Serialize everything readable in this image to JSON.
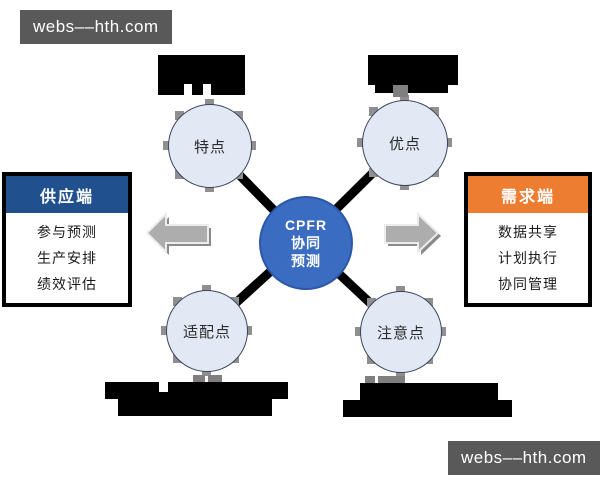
{
  "watermark": {
    "text": "webs––hth.com"
  },
  "center_circle": {
    "line1": "CPFR",
    "line2": "协同",
    "line3": "预测"
  },
  "satellites": {
    "top_left": "特点",
    "top_right": "优点",
    "bottom_left": "适配点",
    "bottom_right": "注意点"
  },
  "supply_box": {
    "title": "供应端",
    "items": [
      "参与预测",
      "生产安排",
      "绩效评估"
    ]
  },
  "demand_box": {
    "title": "需求端",
    "items": [
      "数据共享",
      "计划执行",
      "协同管理"
    ]
  },
  "colors": {
    "center_fill": "#3a6cc2",
    "center_border": "#2d57a5",
    "satellite_fill": "#e2e8f4",
    "satellite_border": "#39465e",
    "supply_header": "#21508e",
    "demand_header": "#ed7d31",
    "watermark_bg": "#595959",
    "arrow_fill": "#adadad",
    "connector": "#000000"
  }
}
